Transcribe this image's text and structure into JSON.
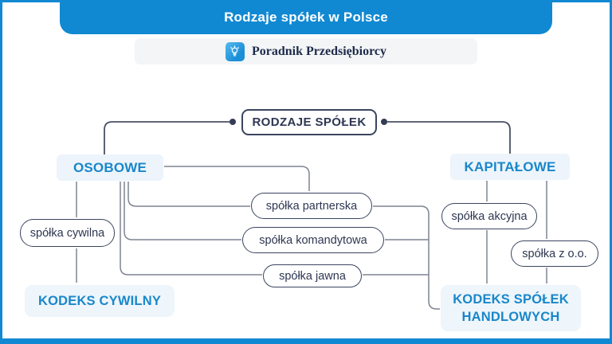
{
  "header": {
    "title": "Rodzaje spółek w Polsce"
  },
  "brand": {
    "name": "Poradnik Przedsiębiorcy",
    "icon": "lightbulb-icon"
  },
  "diagram": {
    "root": {
      "label": "RODZAJE SPÓŁEK"
    },
    "branches": {
      "osobowe": {
        "label": "OSOBOWE"
      },
      "kapitalowe": {
        "label": "KAPITAŁOWE"
      }
    },
    "nodes": {
      "cywilna": {
        "label": "spółka cywilna",
        "parent": "osobowe"
      },
      "partnerska": {
        "label": "spółka partnerska",
        "parent": "osobowe"
      },
      "komandytowa": {
        "label": "spółka komandytowa",
        "parent": "osobowe"
      },
      "jawna": {
        "label": "spółka jawna",
        "parent": "osobowe"
      },
      "akcyjna": {
        "label": "spółka akcyjna",
        "parent": "kapitalowe"
      },
      "zoo": {
        "label": "spółka z o.o.",
        "parent": "kapitalowe"
      }
    },
    "codes": {
      "cywilny": {
        "label": "KODEKS CYWILNY"
      },
      "handlowy": {
        "label": "KODEKS SPÓŁEK HANDLOWYCH"
      }
    }
  },
  "colors": {
    "accent_blue": "#1189d2",
    "link_text_blue": "#1987ca",
    "navy": "#2e3752",
    "light_blue_bg": "#edf4fb",
    "pill_bg": "#f4f5f6",
    "line_gray": "#7e8492",
    "line_dark": "#4a5166"
  }
}
